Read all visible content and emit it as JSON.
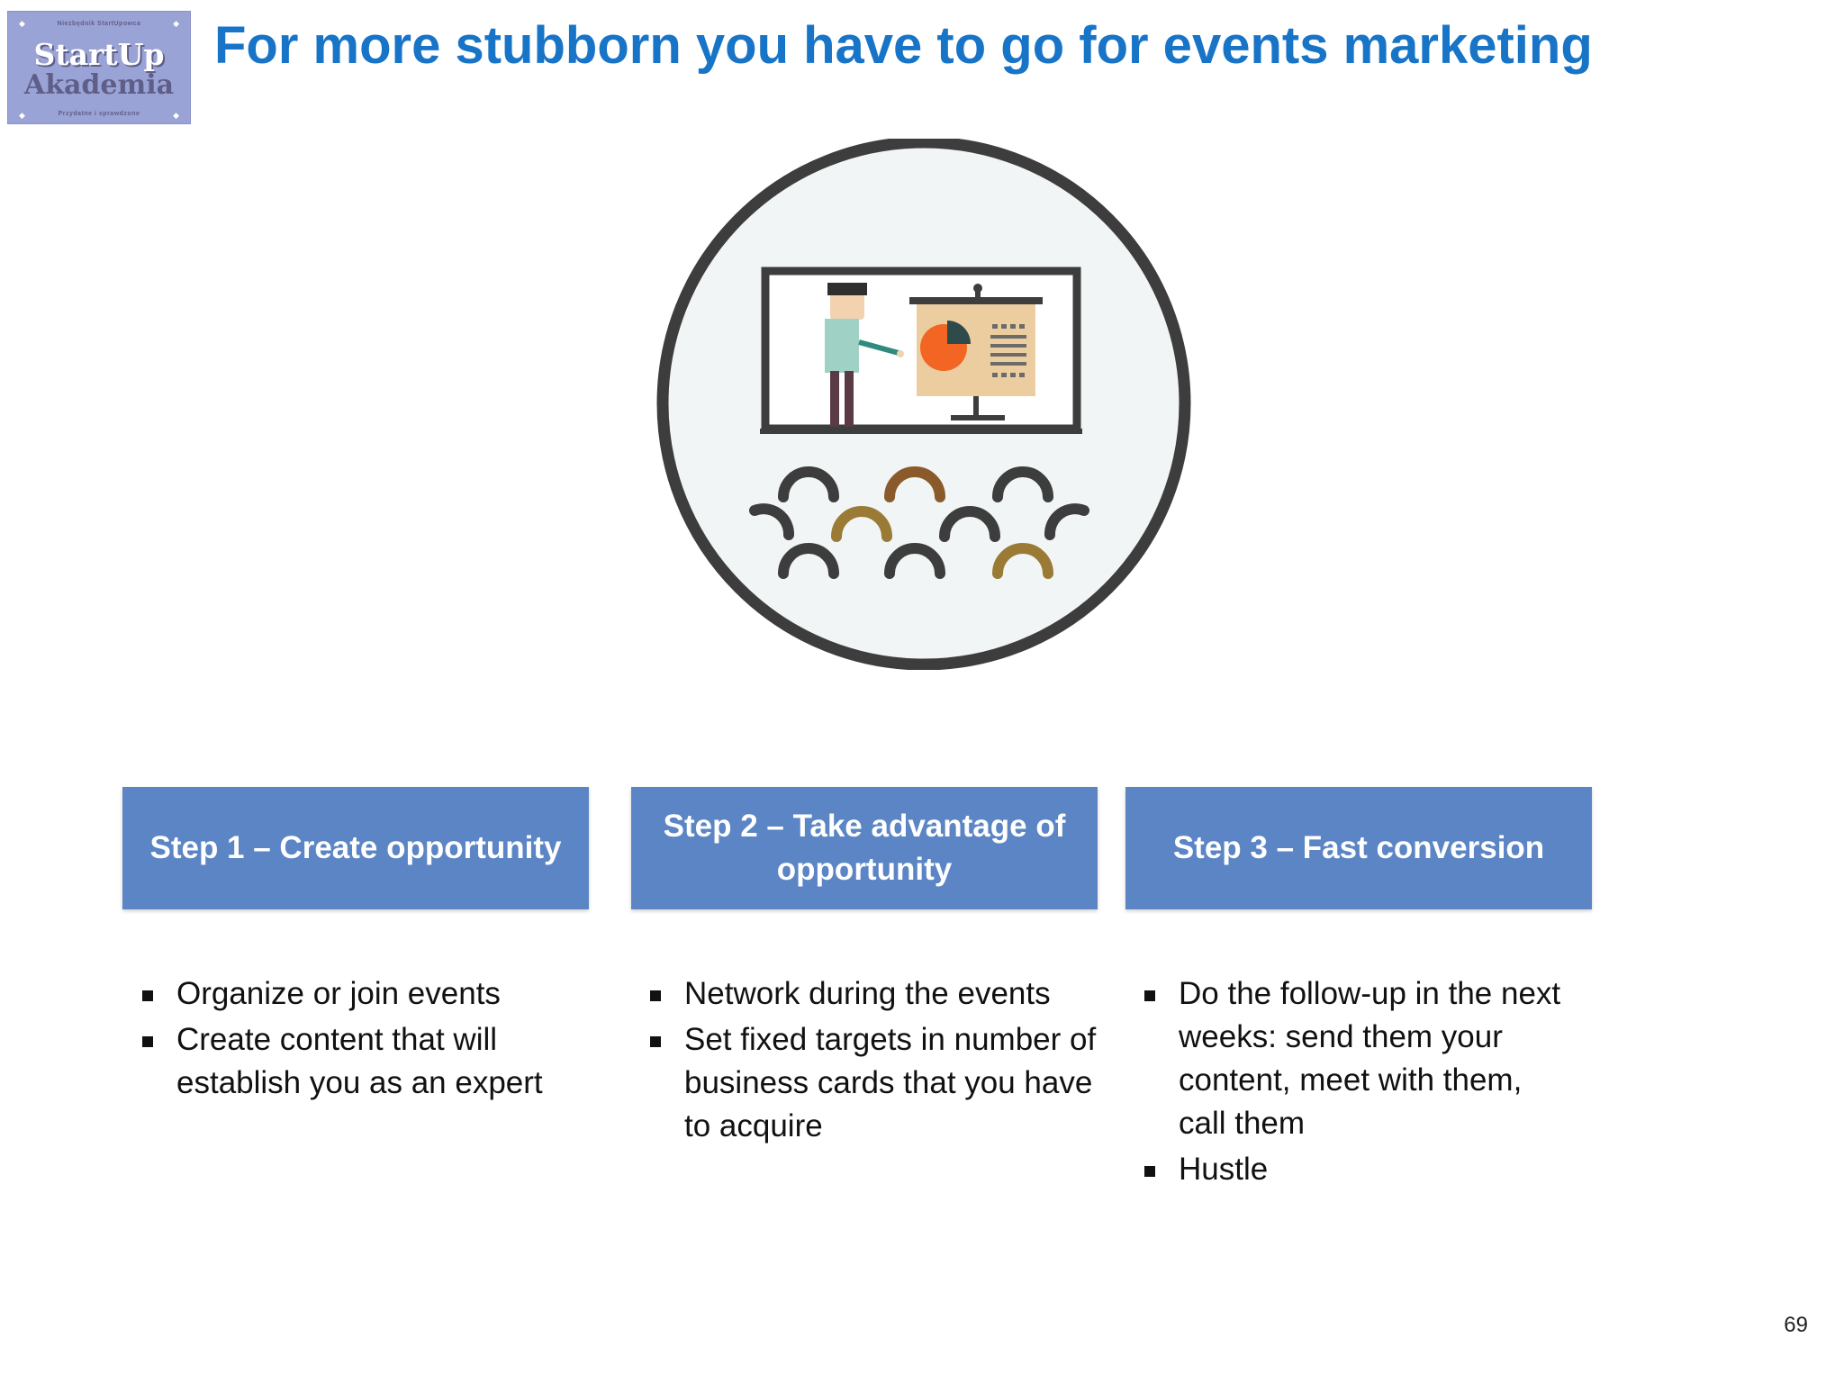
{
  "logo": {
    "top_line": "Niezbędnik StartUpowca",
    "word1": "StartUp",
    "word2": "Akademia",
    "bottom_line": "Przydatne i sprawdzone"
  },
  "title": "For more stubborn you have to go for events marketing",
  "steps": [
    {
      "label": "Step 1 – Create opportunity",
      "bullets": [
        "Organize or join events",
        "Create content that will establish you as an expert"
      ]
    },
    {
      "label": "Step 2 – Take advantage of opportunity",
      "bullets": [
        "Network during the events",
        "Set fixed targets in number of business cards that you have to acquire"
      ]
    },
    {
      "label": "Step 3 – Fast conversion",
      "bullets": [
        "Do the follow-up in the next weeks: send them your content, meet with them, call  them",
        "Hustle"
      ]
    }
  ],
  "page_number": "69",
  "colors": {
    "title": "#1874c7",
    "step_box": "#5b85c4",
    "accent_orange": "#f26522",
    "audience_dark": "#3d3d3d",
    "audience_brown": "#8a5a2b",
    "audience_olive": "#9a7a35"
  }
}
